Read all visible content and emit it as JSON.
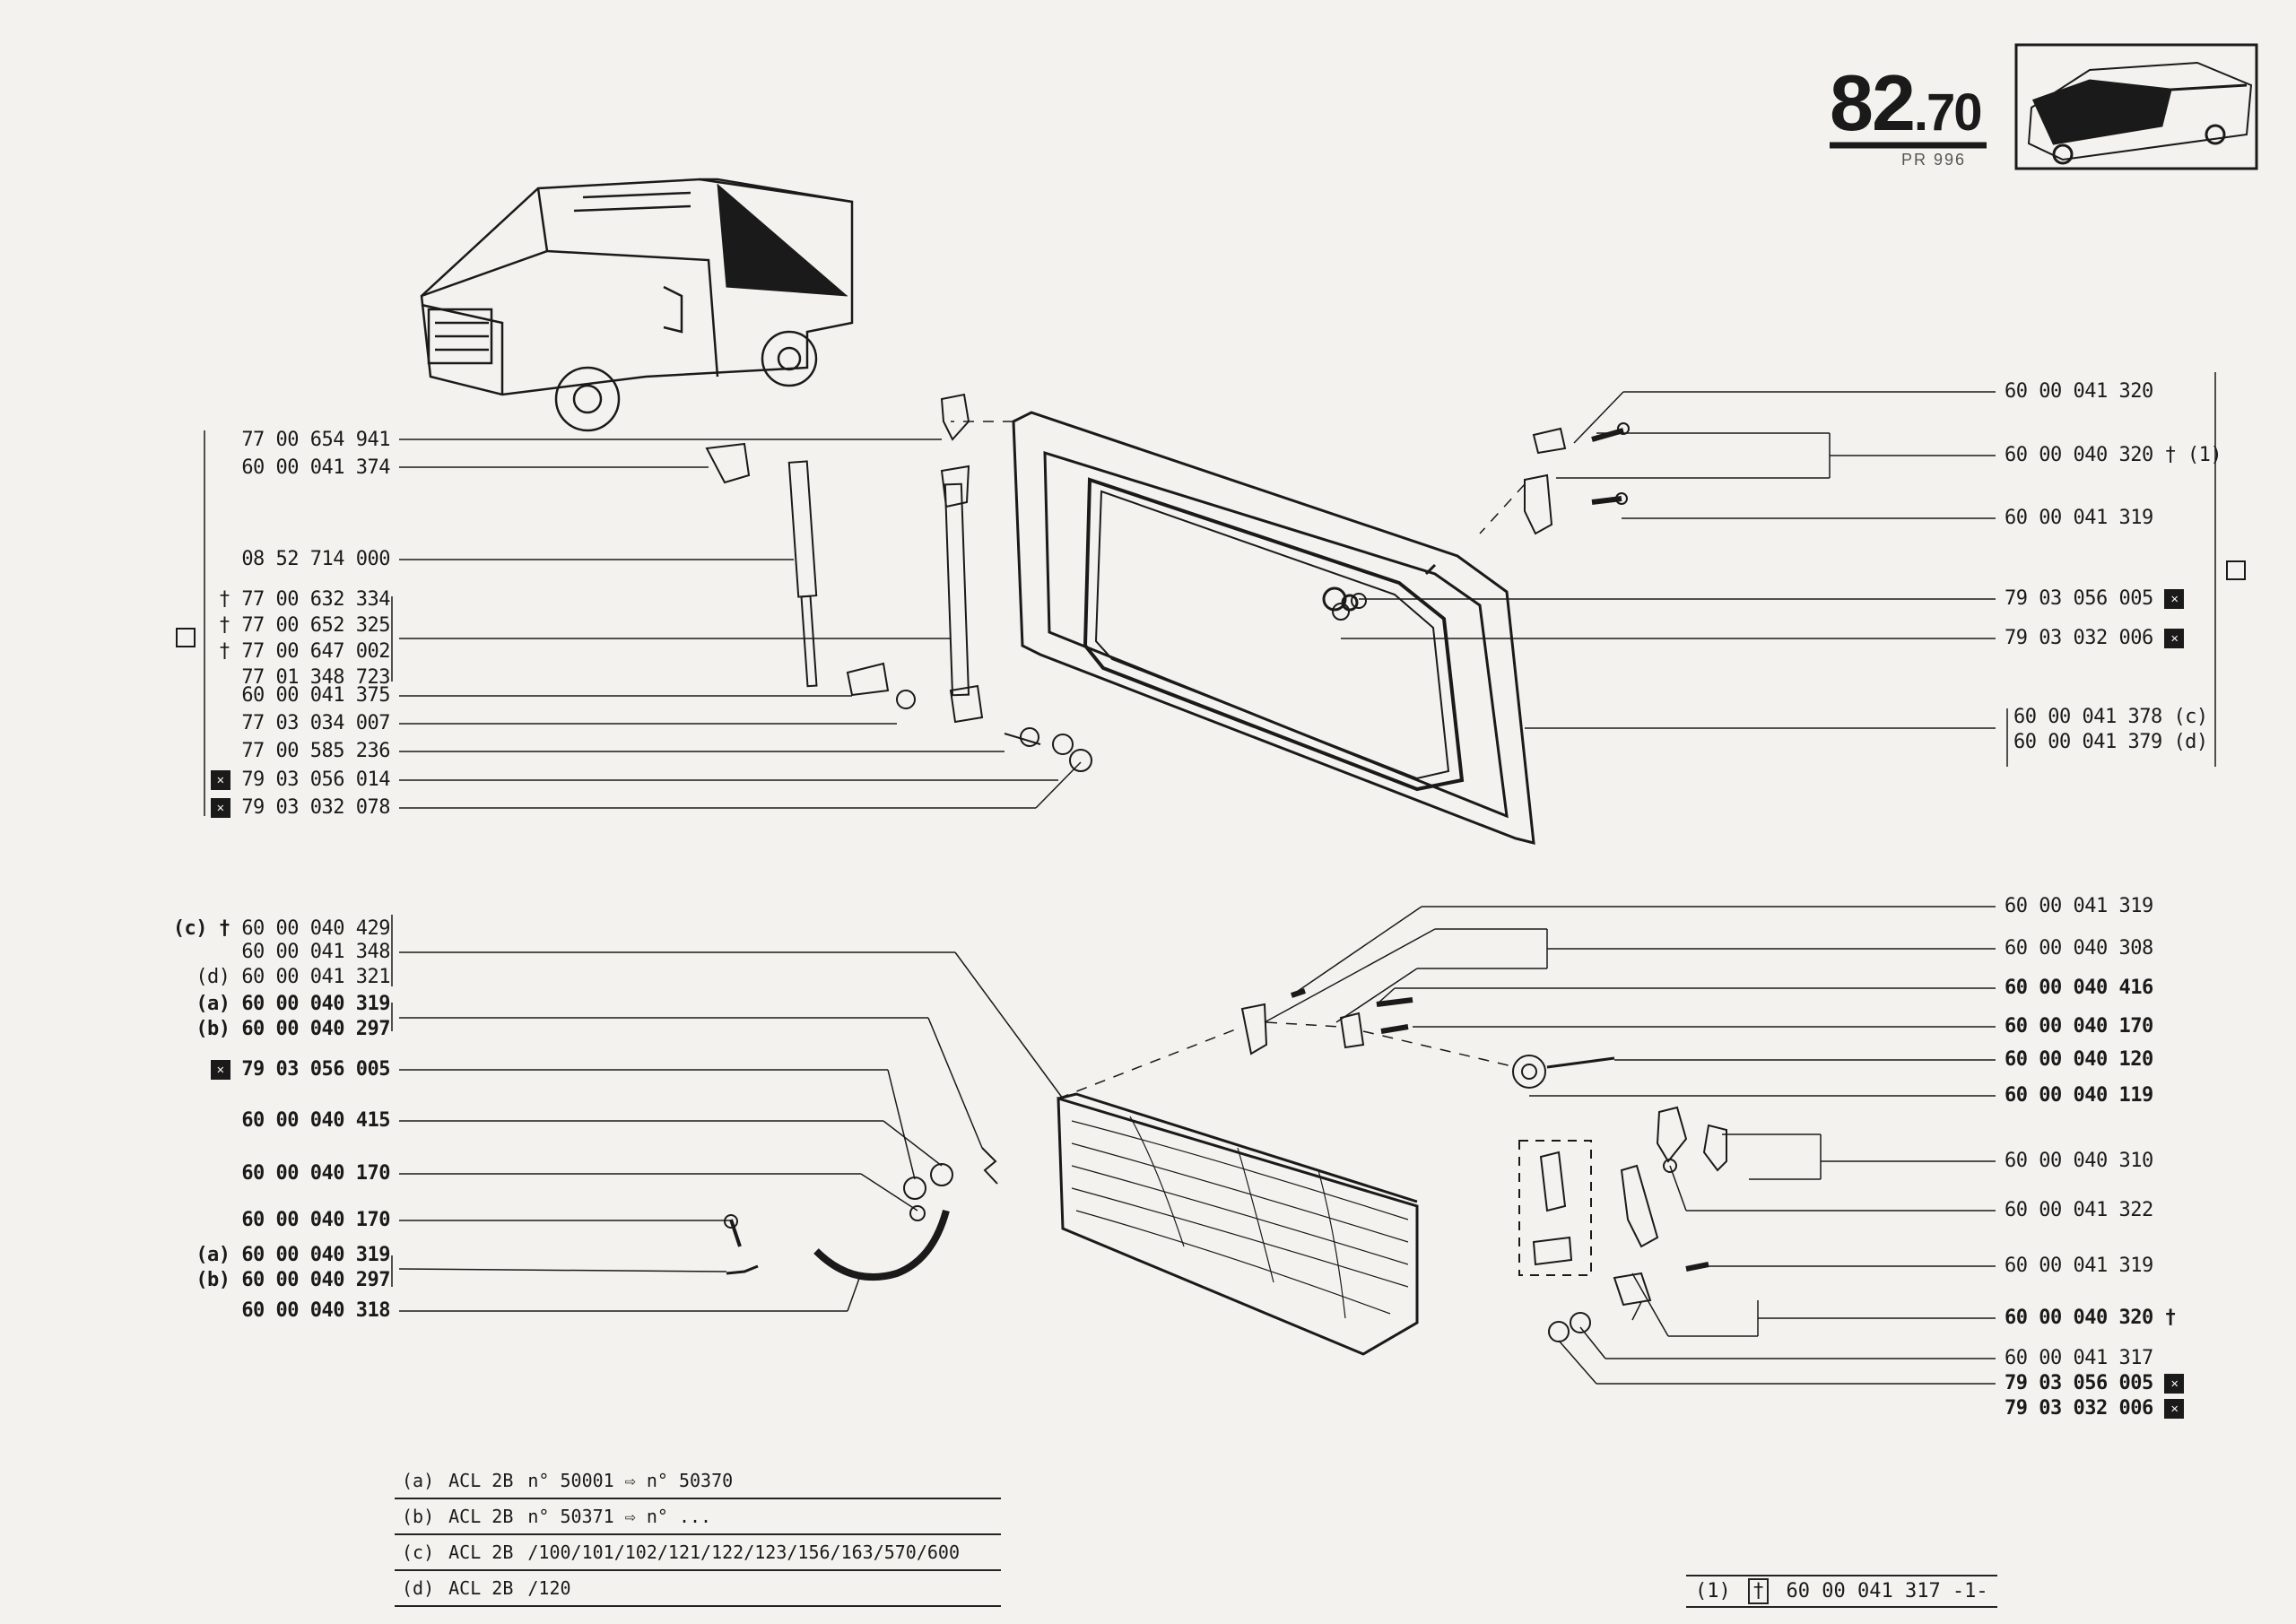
{
  "page": {
    "number_main": "82",
    "number_sub": ".70",
    "ref_code": "PR 996"
  },
  "left_upper": [
    {
      "mark": "",
      "text": "77 00 654 941"
    },
    {
      "mark": "",
      "text": "60 00 041 374"
    },
    {
      "mark": "",
      "text": "08 52 714 000"
    },
    {
      "mark": "†",
      "text": "77 00 632 334"
    },
    {
      "mark": "†",
      "text": "77 00 652 325"
    },
    {
      "mark": "†",
      "text": "77 00 647 002"
    },
    {
      "mark": "",
      "text": "77 01 348 723"
    },
    {
      "mark": "",
      "text": "60 00 041 375"
    },
    {
      "mark": "",
      "text": "77 03 034 007"
    },
    {
      "mark": "",
      "text": "77 00 585 236"
    },
    {
      "mark": "x",
      "text": "79 03 056 014"
    },
    {
      "mark": "x",
      "text": "79 03 032 078"
    }
  ],
  "right_upper": [
    {
      "text": "60 00 041 320",
      "suffix": ""
    },
    {
      "text": "60 00 040 320",
      "suffix": "† (1)"
    },
    {
      "text": "60 00 041 319",
      "suffix": ""
    },
    {
      "text": "79 03 056 005",
      "suffix": "x"
    },
    {
      "text": "79 03 032 006",
      "suffix": "x"
    },
    {
      "text": "60 00 041 378",
      "suffix": "(c)"
    },
    {
      "text": "60 00 041 379",
      "suffix": "(d)"
    }
  ],
  "left_lower": [
    {
      "prefix": "(c)",
      "mark": "†",
      "text": "60 00 040 429"
    },
    {
      "prefix": "",
      "mark": "",
      "text": "60 00 041 348"
    },
    {
      "prefix": "(d)",
      "mark": "",
      "text": "60 00 041 321"
    },
    {
      "prefix": "(a)",
      "mark": "",
      "text": "60 00 040 319"
    },
    {
      "prefix": "(b)",
      "mark": "",
      "text": "60 00 040 297"
    },
    {
      "prefix": "",
      "mark": "x",
      "text": "79 03 056 005"
    },
    {
      "prefix": "",
      "mark": "",
      "text": "60 00 040 415"
    },
    {
      "prefix": "",
      "mark": "",
      "text": "60 00 040 170"
    },
    {
      "prefix": "",
      "mark": "",
      "text": "60 00 040 170"
    },
    {
      "prefix": "(a)",
      "mark": "",
      "text": "60 00 040 319"
    },
    {
      "prefix": "(b)",
      "mark": "",
      "text": "60 00 040 297"
    },
    {
      "prefix": "",
      "mark": "",
      "text": "60 00 040 318"
    }
  ],
  "right_lower": [
    {
      "text": "60 00 041 319",
      "suffix": ""
    },
    {
      "text": "60 00 040 308",
      "suffix": ""
    },
    {
      "text": "60 00 040 416",
      "suffix": ""
    },
    {
      "text": "60 00 040 170",
      "suffix": ""
    },
    {
      "text": "60 00 040 120",
      "suffix": ""
    },
    {
      "text": "60 00 040 119",
      "suffix": ""
    },
    {
      "text": "60 00 040 310",
      "suffix": ""
    },
    {
      "text": "60 00 041 322",
      "suffix": ""
    },
    {
      "text": "60 00 041 319",
      "suffix": ""
    },
    {
      "text": "60 00 040 320",
      "suffix": "†"
    },
    {
      "text": "60 00 041 317",
      "suffix": ""
    },
    {
      "text": "79 03 056 005",
      "suffix": "x"
    },
    {
      "text": "79 03 032 006",
      "suffix": "x"
    }
  ],
  "applicability": [
    {
      "key": "(a)",
      "model": "ACL 2B",
      "detail": "n° 50001 ⇨ n° 50370"
    },
    {
      "key": "(b)",
      "model": "ACL 2B",
      "detail": "n° 50371 ⇨ n° ..."
    },
    {
      "key": "(c)",
      "model": "ACL 2B",
      "detail": "/100/101/102/121/122/123/156/163/570/600"
    },
    {
      "key": "(d)",
      "model": "ACL 2B",
      "detail": "/120"
    }
  ],
  "footnote": {
    "key": "(1)",
    "mark": "†",
    "text": "60 00 041 317 -1-"
  }
}
